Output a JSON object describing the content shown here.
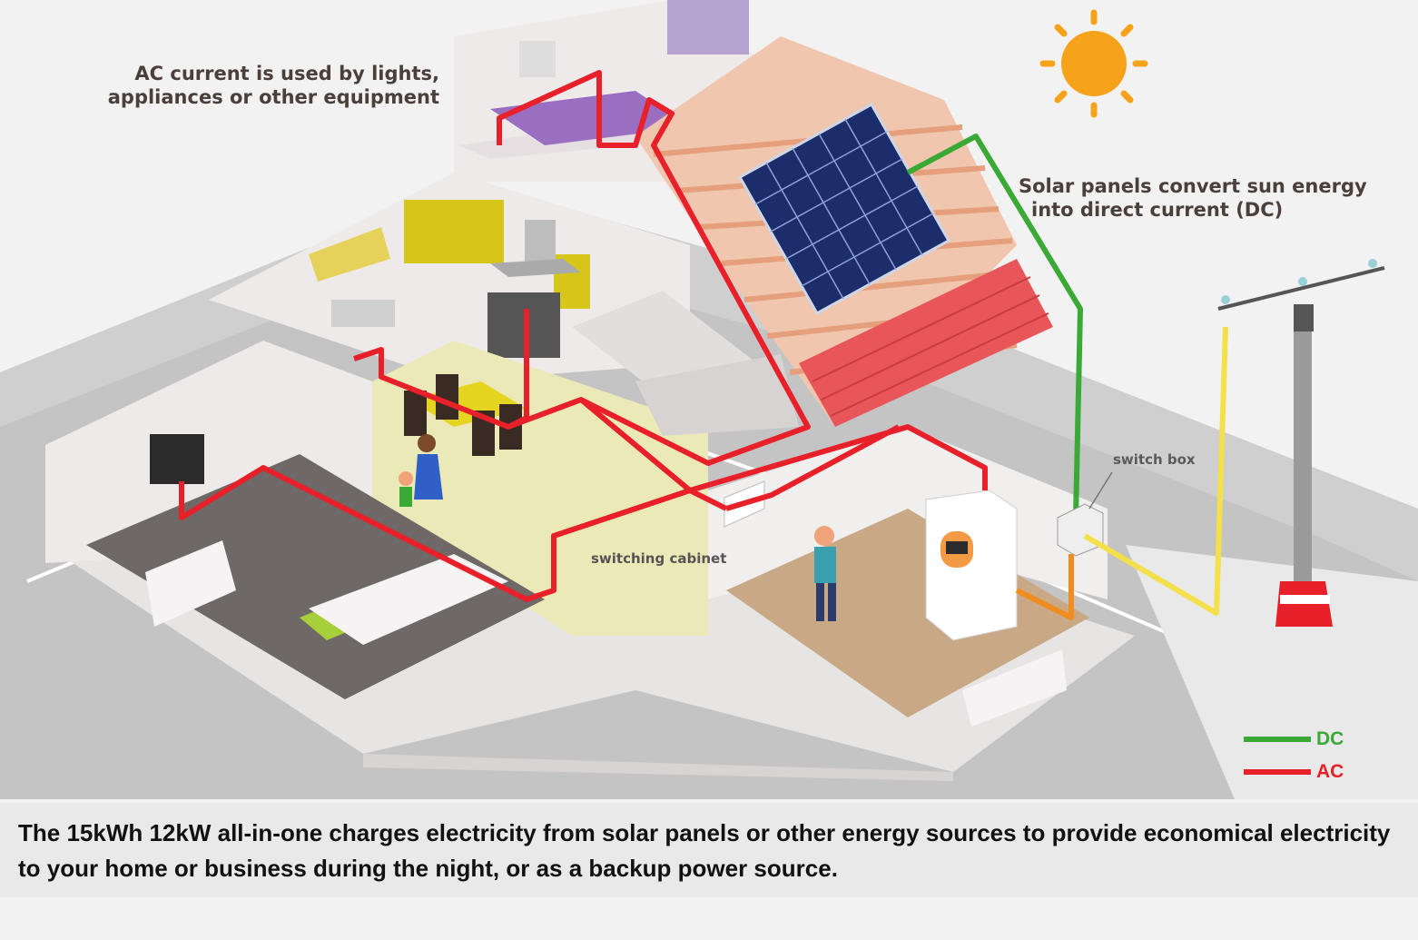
{
  "annotations": {
    "ac_usage": "AC current is used by lights, appliances or other equipment",
    "solar_line1": "Solar panels convert sun energy",
    "solar_line2": "into direct current (DC)",
    "switch_box": "switch box",
    "switching_cabinet": "switching cabinet"
  },
  "legend": [
    {
      "label": "DC",
      "color": "#3aa935"
    },
    {
      "label": "AC",
      "color": "#e8202a"
    }
  ],
  "caption": "The 15kWh 12kW all-in-one charges electricity from solar panels or other energy sources to provide economical electricity to your home or business during the night, or as a backup power source.",
  "colors": {
    "ac_wire": "#e8202a",
    "dc_wire": "#3aa935",
    "grid_wire": "#f3e04a",
    "battery_link": "#f28c1f",
    "sun": "#f7a21b",
    "solar_panel": "#1c2d6b",
    "roof_tiles": "#e8565a",
    "rafters": "#f1b99a"
  }
}
